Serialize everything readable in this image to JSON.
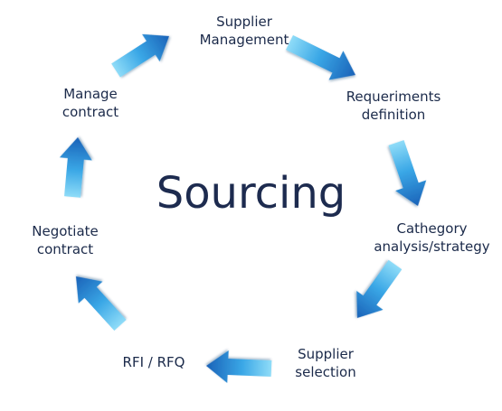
{
  "title": "Sourcing",
  "colors": {
    "arrow_light": "#7fd3f5",
    "arrow_mid": "#3aa7e6",
    "arrow_dark": "#1a6fc4",
    "text": "#1b2a4a"
  },
  "steps": [
    {
      "line1": "Supplier",
      "line2": "Management"
    },
    {
      "line1": "Requeriments",
      "line2": "definition"
    },
    {
      "line1": "Cathegory",
      "line2": "analysis/strategy"
    },
    {
      "line1": "Supplier",
      "line2": "selection"
    },
    {
      "line1": "RFI / RFQ",
      "line2": ""
    },
    {
      "line1": "Negotiate",
      "line2": "contract"
    },
    {
      "line1": "Manage",
      "line2": "contract"
    }
  ],
  "arrows": [
    {
      "name": "arrow-management-to-requirements"
    },
    {
      "name": "arrow-requirements-to-category"
    },
    {
      "name": "arrow-category-to-selection"
    },
    {
      "name": "arrow-selection-to-rfi"
    },
    {
      "name": "arrow-rfi-to-negotiate"
    },
    {
      "name": "arrow-negotiate-to-manage"
    },
    {
      "name": "arrow-manage-to-management"
    }
  ]
}
